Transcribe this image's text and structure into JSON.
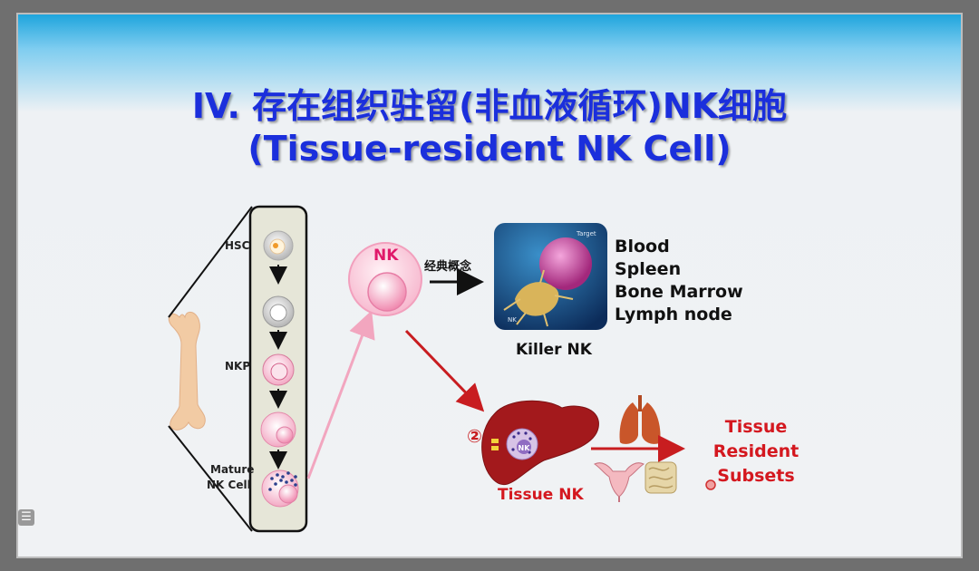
{
  "slide": {
    "title_line1": "IV. 存在组织驻留(非血液循环)NK细胞",
    "title_line2": "(Tissue-resident NK Cell)"
  },
  "development": {
    "hsc": "HSC",
    "nkp": "NKP",
    "mature": "Mature",
    "nk_cell": "NK Cell"
  },
  "nk_label": "NK",
  "arrow_label": "经典概念",
  "killer_nk": "Killer NK",
  "photo_labels": {
    "target": "Target",
    "nk": "NK"
  },
  "sites": [
    "Blood",
    "Spleen",
    "Bone Marrow",
    "Lymph node"
  ],
  "tissue_nk": "Tissue NK",
  "circle_num": "②",
  "liver_nk": "NK",
  "tissue_resident": [
    "Tissue",
    "Resident",
    "Subsets"
  ],
  "colors": {
    "title": "#1b2fdc",
    "red_text": "#d4181f",
    "liver": "#a3191c",
    "cell_pink": "#f7c3d6",
    "nk_pink": "#e0196a"
  },
  "icons": [
    "bone-icon",
    "liver-icon",
    "lung-icon",
    "uterus-icon",
    "intestine-icon",
    "menu-icon"
  ]
}
